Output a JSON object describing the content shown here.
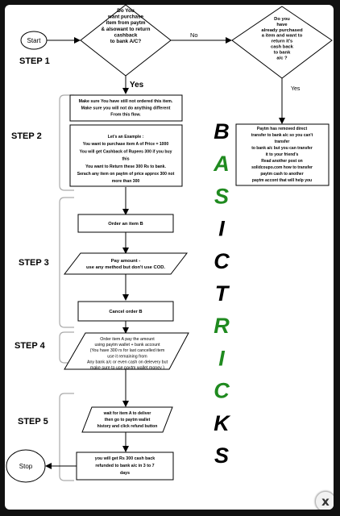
{
  "flow": {
    "start": "Start",
    "stop": "Stop",
    "yes_main": "Yes",
    "no": "No",
    "yes_side": "Yes",
    "decision1": [
      "Do You",
      "want purchase",
      "item from paytm",
      "& alsowant to return",
      "cashback",
      "to bank A/C?"
    ],
    "decision2": [
      "Do you",
      "have",
      "already purchased",
      "a item and want to",
      "return it's",
      "cash back",
      "to bank",
      "a/c ?"
    ],
    "side_note": [
      "Paytm has removed direct",
      "transfer to bank a/c so you can't",
      "transfer",
      "to bank a/c but you can transfer",
      "it to your friend's",
      "Read another post on",
      "solidcoupo.com how to transfer",
      "paytm cash to another",
      "paytm accont that will help you"
    ],
    "box_intro": [
      "Make sure You have still not ordered this item.",
      "Make sure you will not do anything different",
      "From this flow."
    ],
    "box_example": [
      "Let's an Example :",
      "You want to purchase item A of Price = 1000",
      "You will get Cashback of Rupees 300 if you buy",
      "this",
      "You want to Return these 300 Rs to bank.",
      "Serach any item on paytm of price approx 300 not",
      "more than 300"
    ],
    "order_b": "Order an item B",
    "pay": [
      "Pay amount -",
      "use any method but don't use COD."
    ],
    "cancel_b": "Cancel order B",
    "order_a": [
      "Order item A pay the amount",
      "using paytm wallet + bank account",
      "(You have 300 rs for last cancelled item",
      "use it remaining from",
      "Any bank a/c or even cash on delevery but",
      "make sure to use paytm wallet money )"
    ],
    "wait": [
      "wait for item A to deliver",
      "then go to paytm wallet",
      "history and click refund button"
    ],
    "final": [
      "you will get Rs 300 cash back",
      "refunded to bank a/c in 3 to 7",
      "days"
    ]
  },
  "steps": [
    "STEP 1",
    "STEP 2",
    "STEP 3",
    "STEP 4",
    "STEP 5"
  ],
  "watermark": {
    "letters": [
      "B",
      "A",
      "S",
      "I",
      "C",
      "T",
      "R",
      "I",
      "C",
      "K",
      "S"
    ],
    "colors": [
      "#000000",
      "#1f8a1f",
      "#1f8a1f",
      "#000000",
      "#000000",
      "#000000",
      "#1f8a1f",
      "#1f8a1f",
      "#1f8a1f",
      "#000000",
      "#000000"
    ]
  },
  "close_label": "x"
}
